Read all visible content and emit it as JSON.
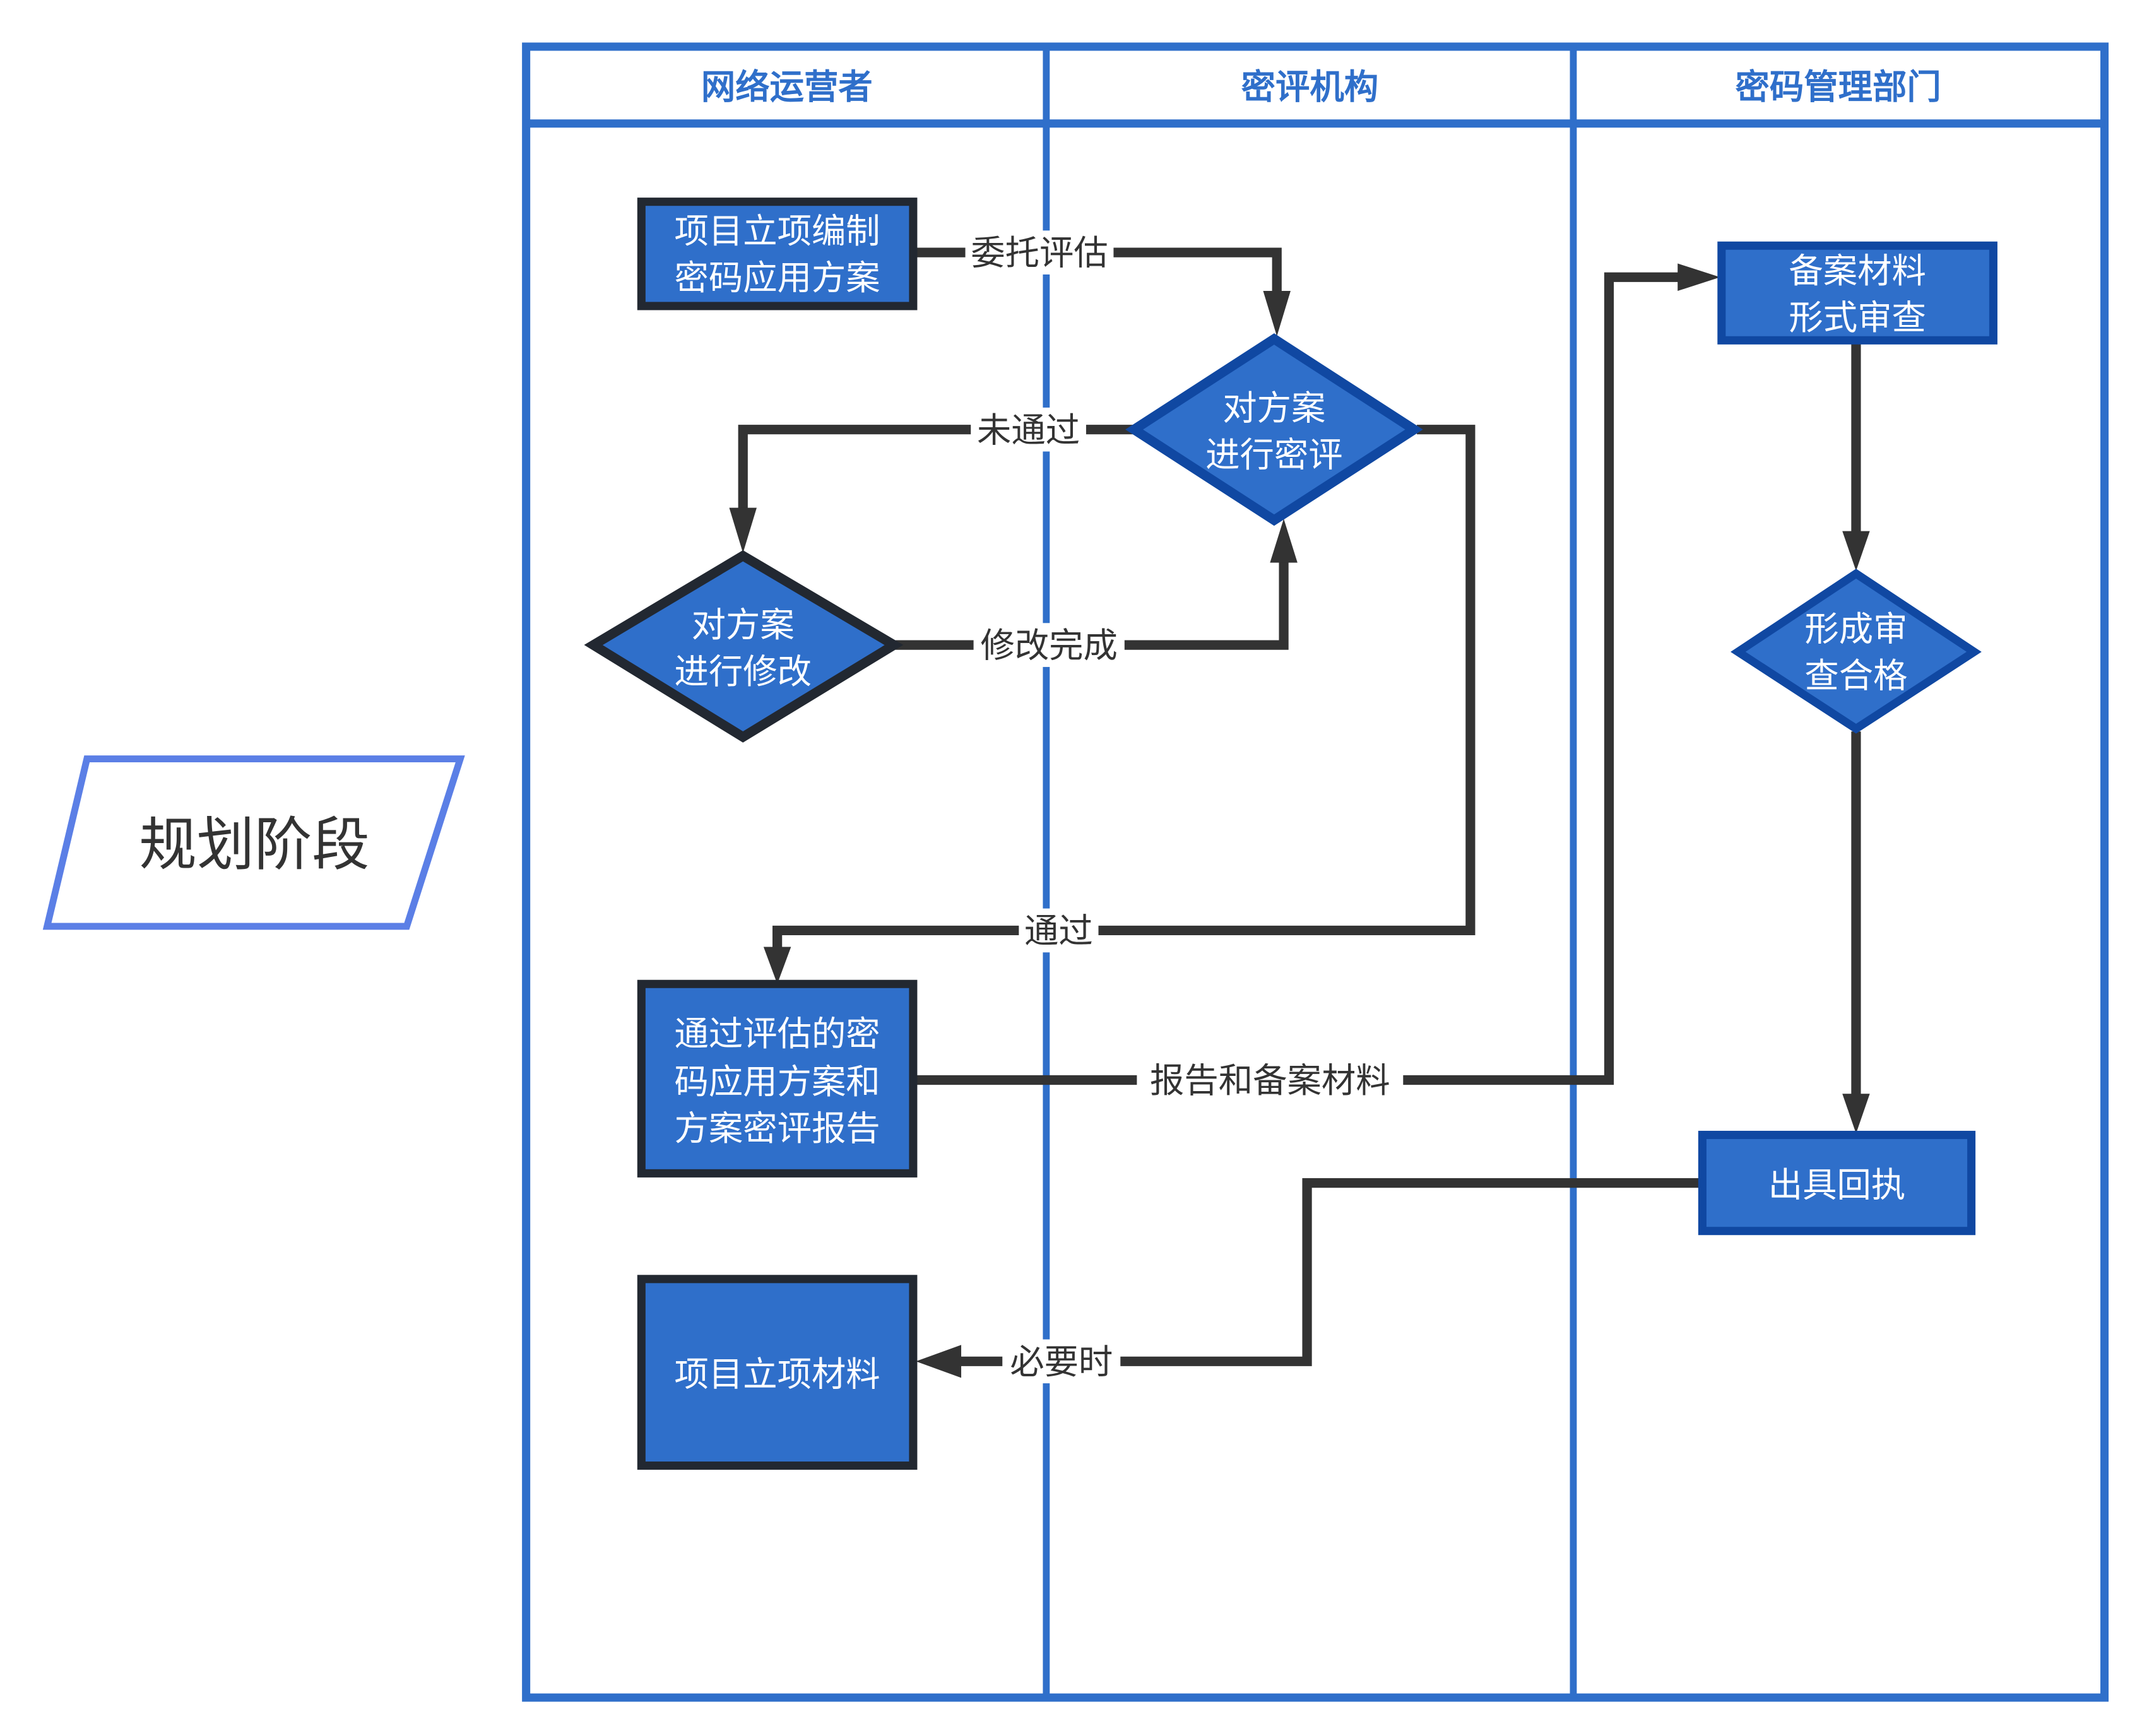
{
  "phase": {
    "label": "规划阶段"
  },
  "colors": {
    "lane_border": "#2f6fca",
    "node_fill": "#2f6fca",
    "node_border_dark": "#222831",
    "node_border_blue": "#1048a2",
    "edge": "#333333",
    "phase_border": "#5b7fe6"
  },
  "lanes": [
    {
      "title": "网络运营者"
    },
    {
      "title": "密评机构"
    },
    {
      "title": "密码管理部门"
    }
  ],
  "nodes": {
    "n1": {
      "lines": [
        "项目立项编制",
        "密码应用方案"
      ]
    },
    "n2": {
      "lines": [
        "对方案",
        "进行密评"
      ]
    },
    "n3": {
      "lines": [
        "对方案",
        "进行修改"
      ]
    },
    "n4": {
      "lines": [
        "通过评估的密",
        "码应用方案和",
        "方案密评报告"
      ]
    },
    "n5": {
      "lines": [
        "项目立项材料"
      ]
    },
    "n6": {
      "lines": [
        "备案材料",
        "形式审查"
      ]
    },
    "n7": {
      "lines": [
        "形成审",
        "查合格"
      ]
    },
    "n8": {
      "lines": [
        "出具回执"
      ]
    }
  },
  "edges": {
    "e1": "委托评估",
    "e2": "未通过",
    "e3": "修改完成",
    "e4": "通过",
    "e5": "报告和备案材料",
    "e6": "必要时"
  }
}
